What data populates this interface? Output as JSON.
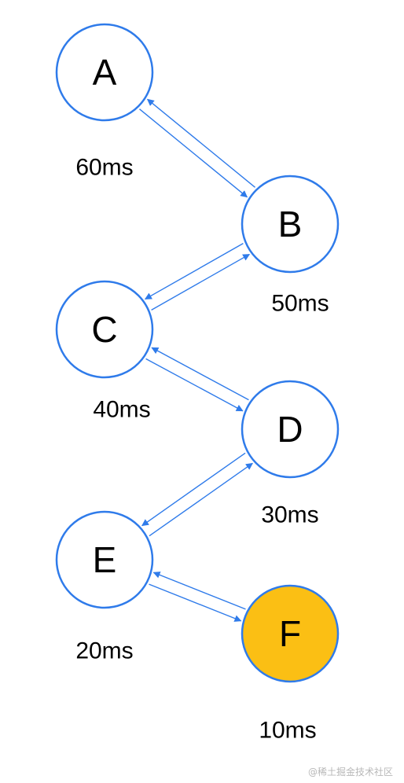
{
  "nodes": [
    {
      "id": "A",
      "label": "A",
      "time": "60ms",
      "highlight": false
    },
    {
      "id": "B",
      "label": "B",
      "time": "50ms",
      "highlight": false
    },
    {
      "id": "C",
      "label": "C",
      "time": "40ms",
      "highlight": false
    },
    {
      "id": "D",
      "label": "D",
      "time": "30ms",
      "highlight": false
    },
    {
      "id": "E",
      "label": "E",
      "time": "20ms",
      "highlight": false
    },
    {
      "id": "F",
      "label": "F",
      "time": "10ms",
      "highlight": true
    }
  ],
  "edges": [
    {
      "from": "A",
      "to": "B"
    },
    {
      "from": "B",
      "to": "A"
    },
    {
      "from": "B",
      "to": "C"
    },
    {
      "from": "C",
      "to": "B"
    },
    {
      "from": "C",
      "to": "D"
    },
    {
      "from": "D",
      "to": "C"
    },
    {
      "from": "D",
      "to": "E"
    },
    {
      "from": "E",
      "to": "D"
    },
    {
      "from": "E",
      "to": "F"
    },
    {
      "from": "F",
      "to": "E"
    }
  ],
  "colors": {
    "stroke": "#2f7bea",
    "highlight_fill": "#fbbf14"
  },
  "watermark": "@稀土掘金技术社区"
}
